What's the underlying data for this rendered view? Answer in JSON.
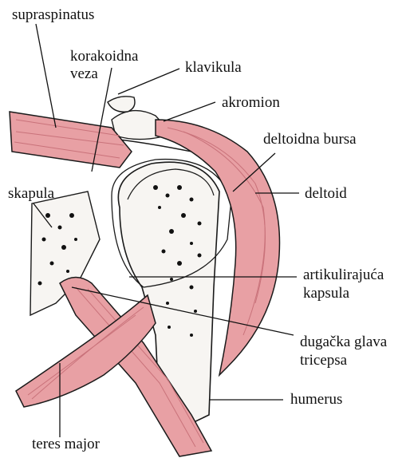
{
  "diagram": {
    "colors": {
      "muscle": "#e8a0a4",
      "muscle_dark": "#c9727a",
      "bone": "#f7f5f2",
      "outline": "#1a1a1a",
      "marrow": "#111111"
    },
    "labels": {
      "supraspinatus": "supraspinatus",
      "korakoidna_1": "korakoidna",
      "korakoidna_2": "veza",
      "klavikula": "klavikula",
      "akromion": "akromion",
      "deltoidna_bursa": "deltoidna bursa",
      "skapula": "skapula",
      "deltoid": "deltoid",
      "artikulirajuca_1": "artikulirajuća",
      "artikulirajuca_2": "kapsula",
      "dugacka_1": "dugačka glava",
      "dugacka_2": "tricepsa",
      "humerus": "humerus",
      "teres_major": "teres major"
    }
  }
}
